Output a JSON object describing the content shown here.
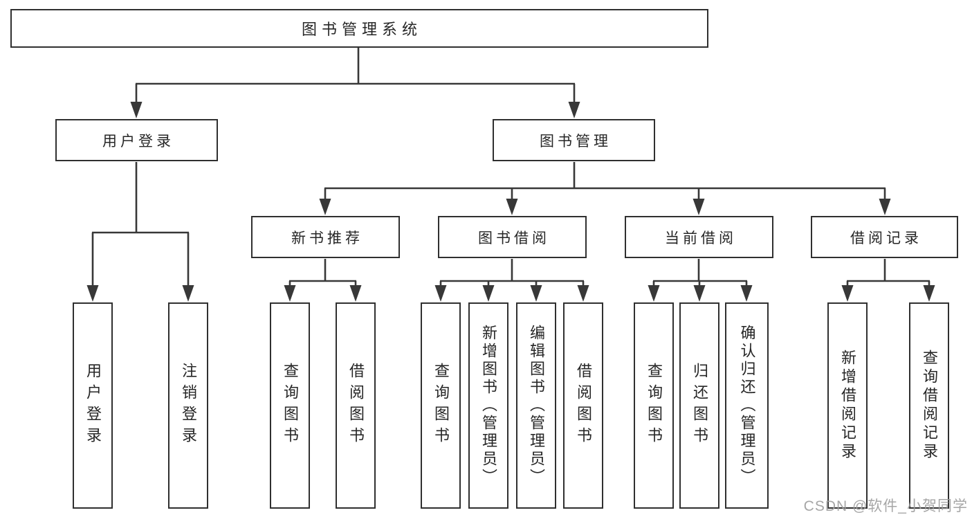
{
  "tree": {
    "label": "图书管理系统",
    "children": [
      {
        "label": "用户登录",
        "children": [
          {
            "label": "用户登录"
          },
          {
            "label": "注销登录"
          }
        ]
      },
      {
        "label": "图书管理",
        "children": [
          {
            "label": "新书推荐",
            "children": [
              {
                "label": "查询图书"
              },
              {
                "label": "借阅图书"
              }
            ]
          },
          {
            "label": "图书借阅",
            "children": [
              {
                "label": "查询图书"
              },
              {
                "label": "新增图书（管理员）"
              },
              {
                "label": "编辑图书（管理员）"
              },
              {
                "label": "借阅图书"
              }
            ]
          },
          {
            "label": "当前借阅",
            "children": [
              {
                "label": "查询图书"
              },
              {
                "label": "归还图书"
              },
              {
                "label": "确认归还（管理员）"
              }
            ]
          },
          {
            "label": "借阅记录",
            "children": [
              {
                "label": "新增借阅记录"
              },
              {
                "label": "查询借阅记录"
              }
            ]
          }
        ]
      }
    ]
  },
  "watermark": "CSDN @软件_小贺同学",
  "colors": {
    "line": "#383838",
    "box_border": "#2f2f2f",
    "text": "#262626",
    "background": "#ffffff",
    "watermark": "#9e9e9e"
  }
}
